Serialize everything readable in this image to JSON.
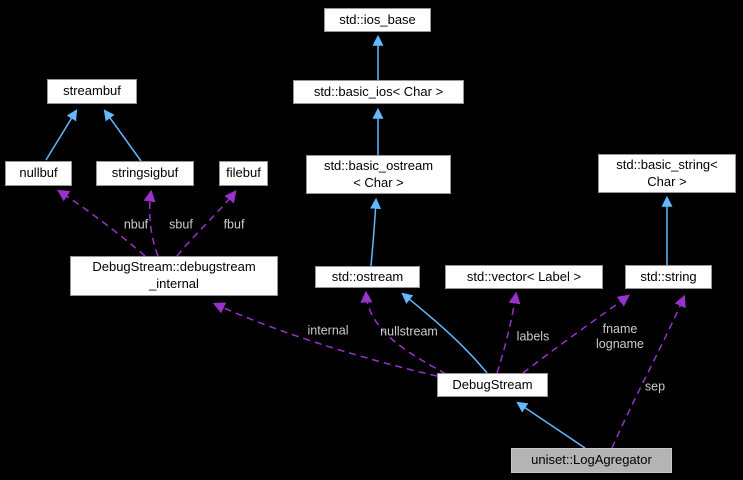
{
  "diagram": {
    "type": "doxygen-collaboration-graph",
    "background": "#000000",
    "colors": {
      "inheritance_edge": "#63b8ff",
      "usage_edge": "#9932cc",
      "node_fill": "#ffffff",
      "node_border": "#969696",
      "node_text": "#000000",
      "selected_node_fill": "#b4b4b4",
      "selected_node_border": "#c9c9c9",
      "edge_label_text": "#cccccc"
    }
  },
  "nodes": {
    "ios_base": {
      "label": "std::ios_base"
    },
    "basic_ios": {
      "label": "std::basic_ios< Char >"
    },
    "basic_ostream": {
      "label": "std::basic_ostream\n< Char >"
    },
    "basic_string": {
      "label": "std::basic_string<\nChar >"
    },
    "streambuf": {
      "label": "streambuf"
    },
    "nullbuf": {
      "label": "nullbuf"
    },
    "stringsigbuf": {
      "label": "stringsigbuf"
    },
    "filebuf": {
      "label": "filebuf"
    },
    "debugstream_internal": {
      "label": "DebugStream::debugstream\n_internal"
    },
    "ostream": {
      "label": "std::ostream"
    },
    "vector": {
      "label": "std::vector< Label >"
    },
    "string": {
      "label": "std::string"
    },
    "debugstream": {
      "label": "DebugStream"
    },
    "logagregator": {
      "label": "uniset::LogAgregator"
    }
  },
  "edge_labels": {
    "nbuf": "nbuf",
    "sbuf": "sbuf",
    "fbuf": "fbuf",
    "internal": "internal",
    "nullstream": "nullstream",
    "labels": "labels",
    "fname_logname": "fname\nlogname",
    "sep": "sep"
  },
  "edges": [
    {
      "from": "std::basic_ios< Char >",
      "to": "std::ios_base",
      "type": "inheritance"
    },
    {
      "from": "std::basic_ostream< Char >",
      "to": "std::basic_ios< Char >",
      "type": "inheritance"
    },
    {
      "from": "std::ostream",
      "to": "std::basic_ostream< Char >",
      "type": "inheritance"
    },
    {
      "from": "std::string",
      "to": "std::basic_string< Char >",
      "type": "inheritance"
    },
    {
      "from": "nullbuf",
      "to": "streambuf",
      "type": "inheritance"
    },
    {
      "from": "stringsigbuf",
      "to": "streambuf",
      "type": "inheritance"
    },
    {
      "from": "DebugStream",
      "to": "std::ostream",
      "type": "inheritance"
    },
    {
      "from": "uniset::LogAgregator",
      "to": "DebugStream",
      "type": "inheritance"
    },
    {
      "from": "DebugStream::debugstream_internal",
      "to": "nullbuf",
      "type": "usage",
      "label": "nbuf"
    },
    {
      "from": "DebugStream::debugstream_internal",
      "to": "stringsigbuf",
      "type": "usage",
      "label": "sbuf"
    },
    {
      "from": "DebugStream::debugstream_internal",
      "to": "filebuf",
      "type": "usage",
      "label": "fbuf"
    },
    {
      "from": "DebugStream",
      "to": "DebugStream::debugstream_internal",
      "type": "usage",
      "label": "internal"
    },
    {
      "from": "DebugStream",
      "to": "std::ostream",
      "type": "usage",
      "label": "nullstream"
    },
    {
      "from": "DebugStream",
      "to": "std::vector< Label >",
      "type": "usage",
      "label": "labels"
    },
    {
      "from": "DebugStream",
      "to": "std::string",
      "type": "usage",
      "label": "fname\nlogname"
    },
    {
      "from": "uniset::LogAgregator",
      "to": "std::string",
      "type": "usage",
      "label": "sep"
    }
  ]
}
